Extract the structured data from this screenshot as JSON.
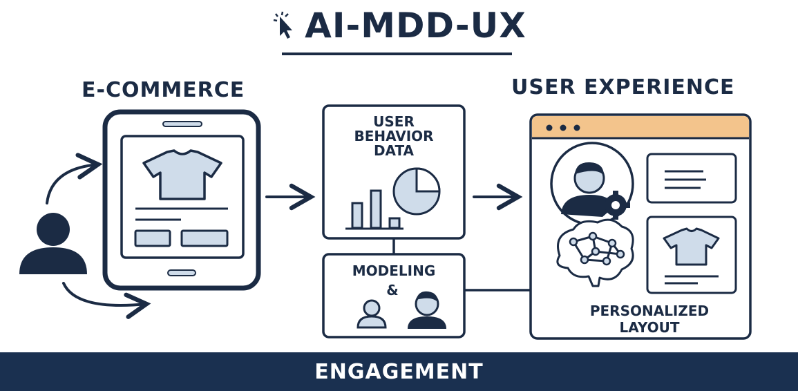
{
  "title": "AI-MDD-UX",
  "headings": {
    "ecommerce": "E-COMMERCE",
    "user_experience": "USER EXPERIENCE"
  },
  "boxes": {
    "behavior_data": "USER\nBEHAVIOR\nDATA",
    "modeling": "MODELING",
    "ampersand": "&",
    "personalized": "PERSONALIZED\nLAYOUT"
  },
  "footer": "ENGAGEMENT",
  "icons": [
    "cursor-icon",
    "user-icon",
    "phone-icon",
    "tshirt-icon",
    "bar-chart-icon",
    "pie-chart-icon",
    "users-icon",
    "profile-gear-icon",
    "brain-network-icon",
    "text-card-icon"
  ],
  "colors": {
    "navy": "#1b2b44",
    "footer": "#1a3050",
    "light_blue": "#cfdcea",
    "browser_bar": "#f3c48c"
  }
}
